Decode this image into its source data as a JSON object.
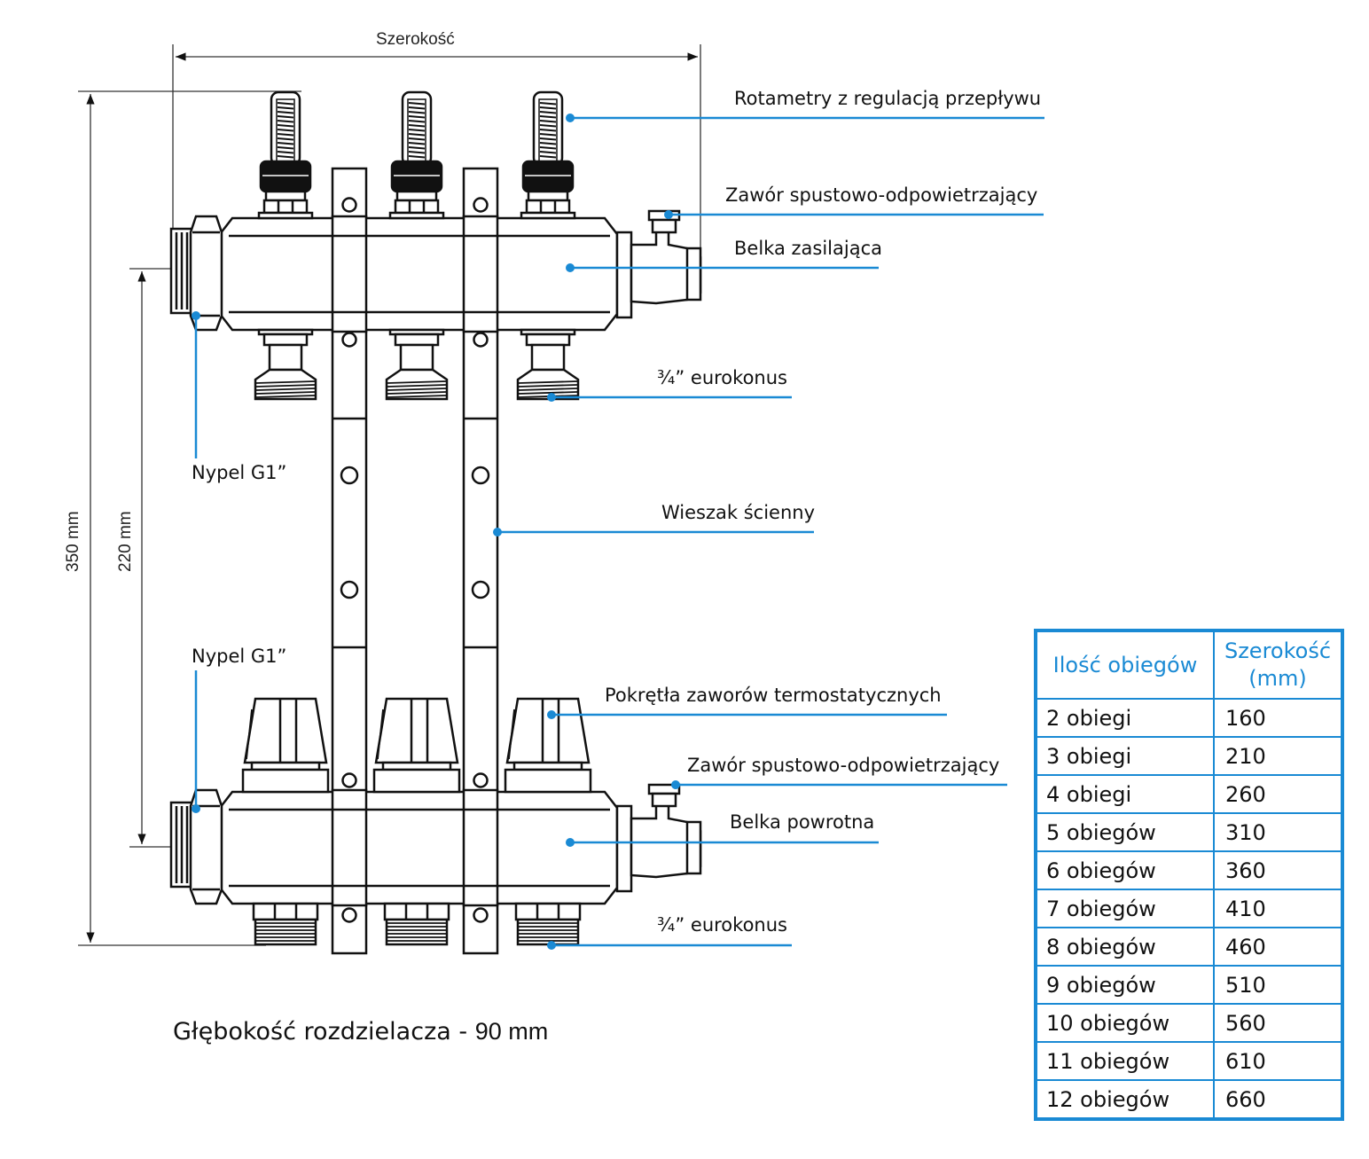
{
  "dimensions": {
    "width_label": "Szerokość",
    "height_total": "350 mm",
    "height_axis": "220 mm",
    "depth_label": "Głębokość rozdzielacza - ",
    "depth_value": "90 mm"
  },
  "callouts": {
    "rotameters": "Rotametry z regulacją przepływu",
    "drain_valve_top": "Zawór spustowo-odpowietrzający",
    "supply_bar": "Belka zasilająca",
    "eurocone_top": "¾” eurokonus",
    "nipple_top": "Nypel G1”",
    "wall_bracket": "Wieszak ścienny",
    "nipple_bottom": "Nypel G1”",
    "thermo_knobs": "Pokrętła zaworów termostatycznych",
    "drain_valve_bottom": "Zawór spustowo-odpowietrzający",
    "return_bar": "Belka powrotna",
    "eurocone_bottom": "¾” eurokonus"
  },
  "colors": {
    "accent": "#1a8ad4",
    "line": "#111111"
  },
  "table": {
    "headers": [
      "Ilość obiegów",
      "Szerokość (mm)"
    ],
    "rows": [
      [
        "2 obiegi",
        "160"
      ],
      [
        "3 obiegi",
        "210"
      ],
      [
        "4 obiegi",
        "260"
      ],
      [
        "5 obiegów",
        "310"
      ],
      [
        "6 obiegów",
        "360"
      ],
      [
        "7 obiegów",
        "410"
      ],
      [
        "8 obiegów",
        "460"
      ],
      [
        "9 obiegów",
        "510"
      ],
      [
        "10 obiegów",
        "560"
      ],
      [
        "11 obiegów",
        "610"
      ],
      [
        "12 obiegów",
        "660"
      ]
    ]
  }
}
